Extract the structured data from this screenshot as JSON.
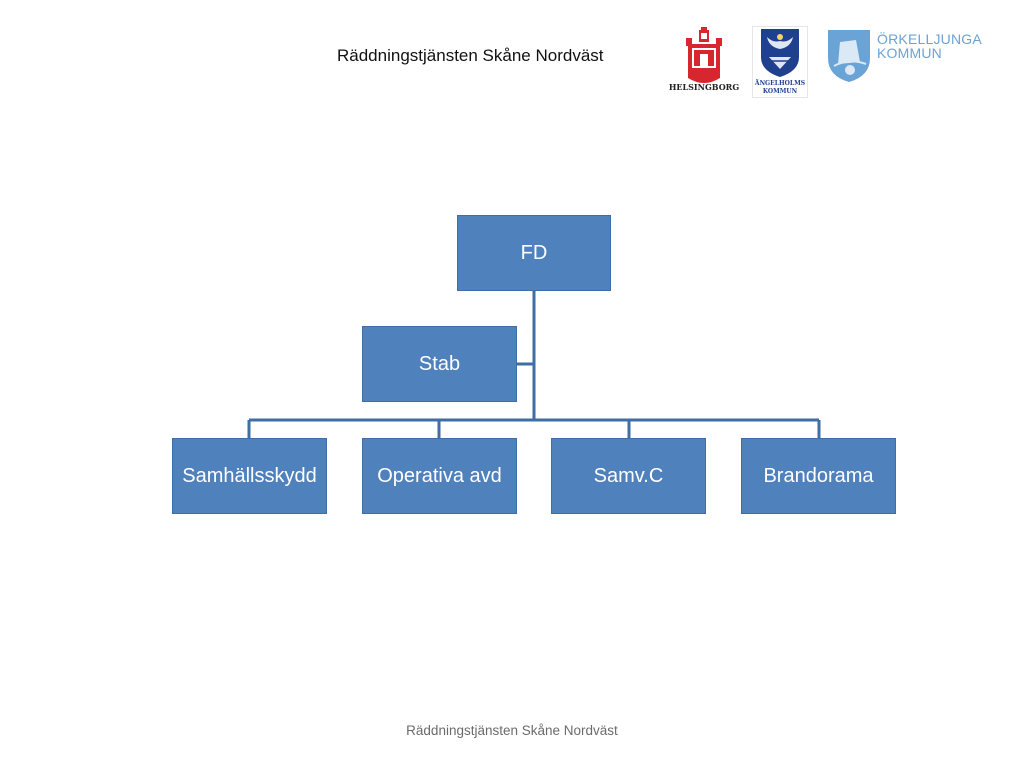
{
  "header": {
    "title": "Räddningstjänsten Skåne Nordväst"
  },
  "logos": {
    "helsingborg": {
      "caption": "HELSINGBORG",
      "icon": "helsingborg-castle-crest"
    },
    "angelholm": {
      "caption_line1": "ÄNGELHOLMS",
      "caption_line2": "KOMMUN",
      "icon": "angelholm-angel-shield"
    },
    "orkelljunga": {
      "line1": "ÖRKELLJUNGA",
      "line2": "KOMMUN",
      "icon": "orkelljunga-bell-emblem"
    }
  },
  "org_chart": {
    "root": {
      "label": "FD"
    },
    "assistant": {
      "label": "Stab"
    },
    "children": [
      {
        "label": "Samhällsskydd"
      },
      {
        "label": "Operativa avd"
      },
      {
        "label": "Samv.C"
      },
      {
        "label": "Brandorama"
      }
    ]
  },
  "footer": {
    "text": "Räddningstjänsten Skåne Nordväst"
  },
  "colors": {
    "box_fill": "#4f81bd",
    "connector": "#3e6ea3",
    "text_on_box": "#ffffff"
  }
}
